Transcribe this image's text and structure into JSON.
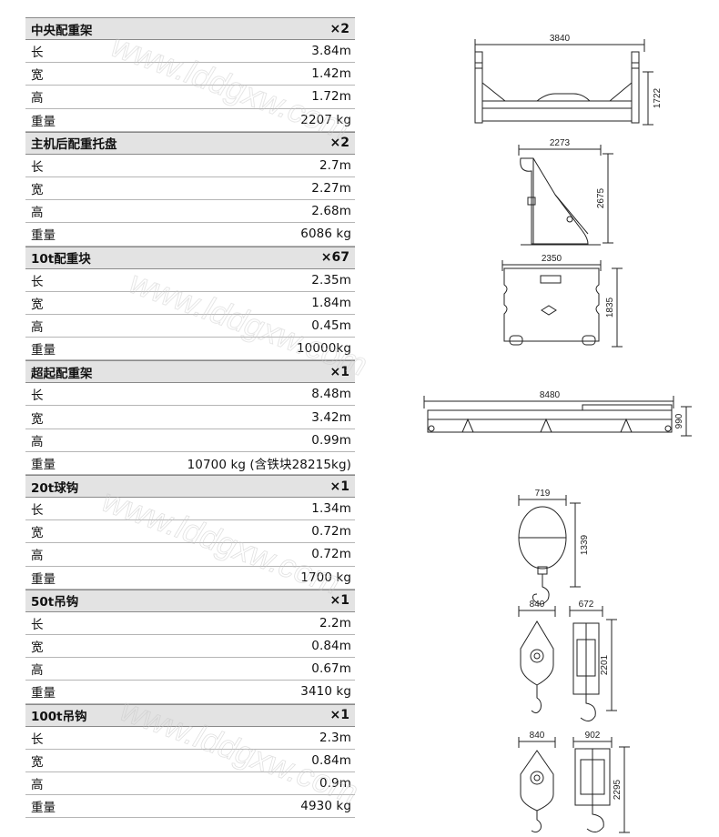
{
  "sections": [
    {
      "name": "中央配重架",
      "qty": "×2",
      "rows": [
        {
          "label": "长",
          "value": "3.84m"
        },
        {
          "label": "宽",
          "value": "1.42m"
        },
        {
          "label": "高",
          "value": "1.72m"
        },
        {
          "label": "重量",
          "value": "2207 kg"
        }
      ]
    },
    {
      "name": "主机后配重托盘",
      "qty": "×2",
      "rows": [
        {
          "label": "长",
          "value": "2.7m"
        },
        {
          "label": "宽",
          "value": "2.27m"
        },
        {
          "label": "高",
          "value": "2.68m"
        },
        {
          "label": "重量",
          "value": "6086 kg"
        }
      ]
    },
    {
      "name": "10t配重块",
      "qty": "×67",
      "rows": [
        {
          "label": "长",
          "value": "2.35m"
        },
        {
          "label": "宽",
          "value": "1.84m"
        },
        {
          "label": "高",
          "value": "0.45m"
        },
        {
          "label": "重量",
          "value": "10000kg"
        }
      ]
    },
    {
      "name": "超起配重架",
      "qty": "×1",
      "rows": [
        {
          "label": "长",
          "value": "8.48m"
        },
        {
          "label": "宽",
          "value": "3.42m"
        },
        {
          "label": "高",
          "value": "0.99m"
        },
        {
          "label": "重量",
          "value": "10700 kg (含铁块28215kg)"
        }
      ]
    },
    {
      "name": "20t球钩",
      "qty": "×1",
      "rows": [
        {
          "label": "长",
          "value": "1.34m"
        },
        {
          "label": "宽",
          "value": "0.72m"
        },
        {
          "label": "高",
          "value": "0.72m"
        },
        {
          "label": "重量",
          "value": "1700 kg"
        }
      ]
    },
    {
      "name": "50t吊钩",
      "qty": "×1",
      "rows": [
        {
          "label": "长",
          "value": "2.2m"
        },
        {
          "label": "宽",
          "value": "0.84m"
        },
        {
          "label": "高",
          "value": "0.67m"
        },
        {
          "label": "重量",
          "value": "3410 kg"
        }
      ]
    },
    {
      "name": "100t吊钩",
      "qty": "×1",
      "rows": [
        {
          "label": "长",
          "value": "2.3m"
        },
        {
          "label": "宽",
          "value": "0.84m"
        },
        {
          "label": "高",
          "value": "0.9m"
        },
        {
          "label": "重量",
          "value": "4930 kg"
        }
      ]
    }
  ],
  "drawings": {
    "central_frame": {
      "width_dim": "3840",
      "height_dim": "1722"
    },
    "rear_tray": {
      "width_dim": "2273",
      "height_dim": "2675"
    },
    "block_10t": {
      "width_dim": "2350",
      "height_dim": "1835"
    },
    "superlift_frame": {
      "width_dim": "8480",
      "height_dim": "990"
    },
    "ball_hook_20t": {
      "width_dim": "719",
      "height_dim": "1339"
    },
    "hook_50t": {
      "width_dim": "840",
      "depth_dim": "672",
      "height_dim": "2201"
    },
    "hook_100t": {
      "width_dim": "840",
      "depth_dim": "902",
      "height_dim": "2295"
    }
  },
  "watermark": {
    "text": "www.lddgxw.com"
  }
}
